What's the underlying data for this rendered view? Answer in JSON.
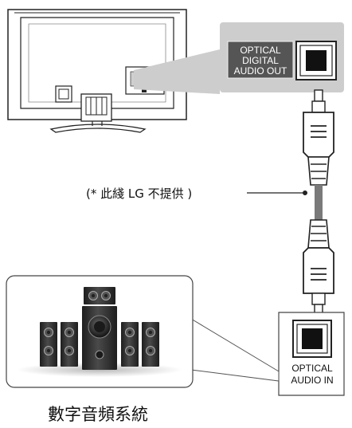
{
  "tv_port": {
    "line1": "OPTICAL",
    "line2": "DIGITAL",
    "line3": "AUDIO OUT"
  },
  "cable_note": "(* 此綫 LG 不提供 )",
  "receiver_port": {
    "line1": "OPTICAL",
    "line2": "AUDIO IN"
  },
  "system_label": "數字音頻系統",
  "colors": {
    "port_panel": "#cdcdcd",
    "port_label_bg": "#555555",
    "cable_gray": "#7a7a7a",
    "outline": "#222222",
    "speaker_dark": "#2e2e2e"
  }
}
